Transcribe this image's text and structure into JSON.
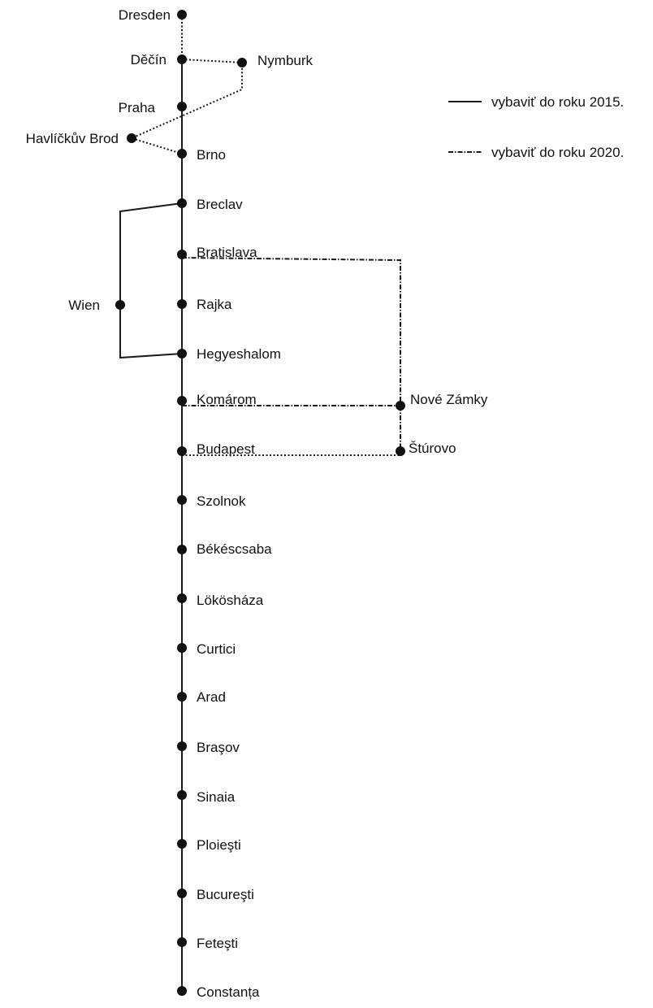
{
  "legend": {
    "solid_label": "vybaviť do roku 2015.",
    "dashed_label": "vybaviť do roku 2020."
  },
  "main_line": [
    {
      "id": "dresden",
      "label": "Dresden"
    },
    {
      "id": "decin",
      "label": "Děčín"
    },
    {
      "id": "praha",
      "label": "Praha"
    },
    {
      "id": "brno",
      "label": "Brno"
    },
    {
      "id": "breclav",
      "label": "Breclav"
    },
    {
      "id": "bratislava",
      "label": "Bratislava"
    },
    {
      "id": "rajka",
      "label": "Rajka"
    },
    {
      "id": "hegyeshalom",
      "label": "Hegyeshalom"
    },
    {
      "id": "komarom",
      "label": "Komárom"
    },
    {
      "id": "budapest",
      "label": "Budapest"
    },
    {
      "id": "szolnok",
      "label": "Szolnok"
    },
    {
      "id": "bekescsaba",
      "label": "Békéscsaba"
    },
    {
      "id": "lokoshaza",
      "label": "Lökösháza"
    },
    {
      "id": "curtici",
      "label": "Curtici"
    },
    {
      "id": "arad",
      "label": "Arad"
    },
    {
      "id": "brasov",
      "label": "Braşov"
    },
    {
      "id": "sinaia",
      "label": "Sinaia"
    },
    {
      "id": "ploiesti",
      "label": "Ploieşti"
    },
    {
      "id": "bucuresti",
      "label": "Bucureşti"
    },
    {
      "id": "fetesti",
      "label": "Feteşti"
    },
    {
      "id": "constanta",
      "label": "Constanța"
    }
  ],
  "branch_nodes": [
    {
      "id": "nymburk",
      "label": "Nymburk"
    },
    {
      "id": "havlickuv-brod",
      "label": "Havlíčkův Brod"
    },
    {
      "id": "wien",
      "label": "Wien"
    },
    {
      "id": "nove-zamky",
      "label": "Nové Zámky"
    },
    {
      "id": "sturovo",
      "label": "Štúrovo"
    }
  ]
}
